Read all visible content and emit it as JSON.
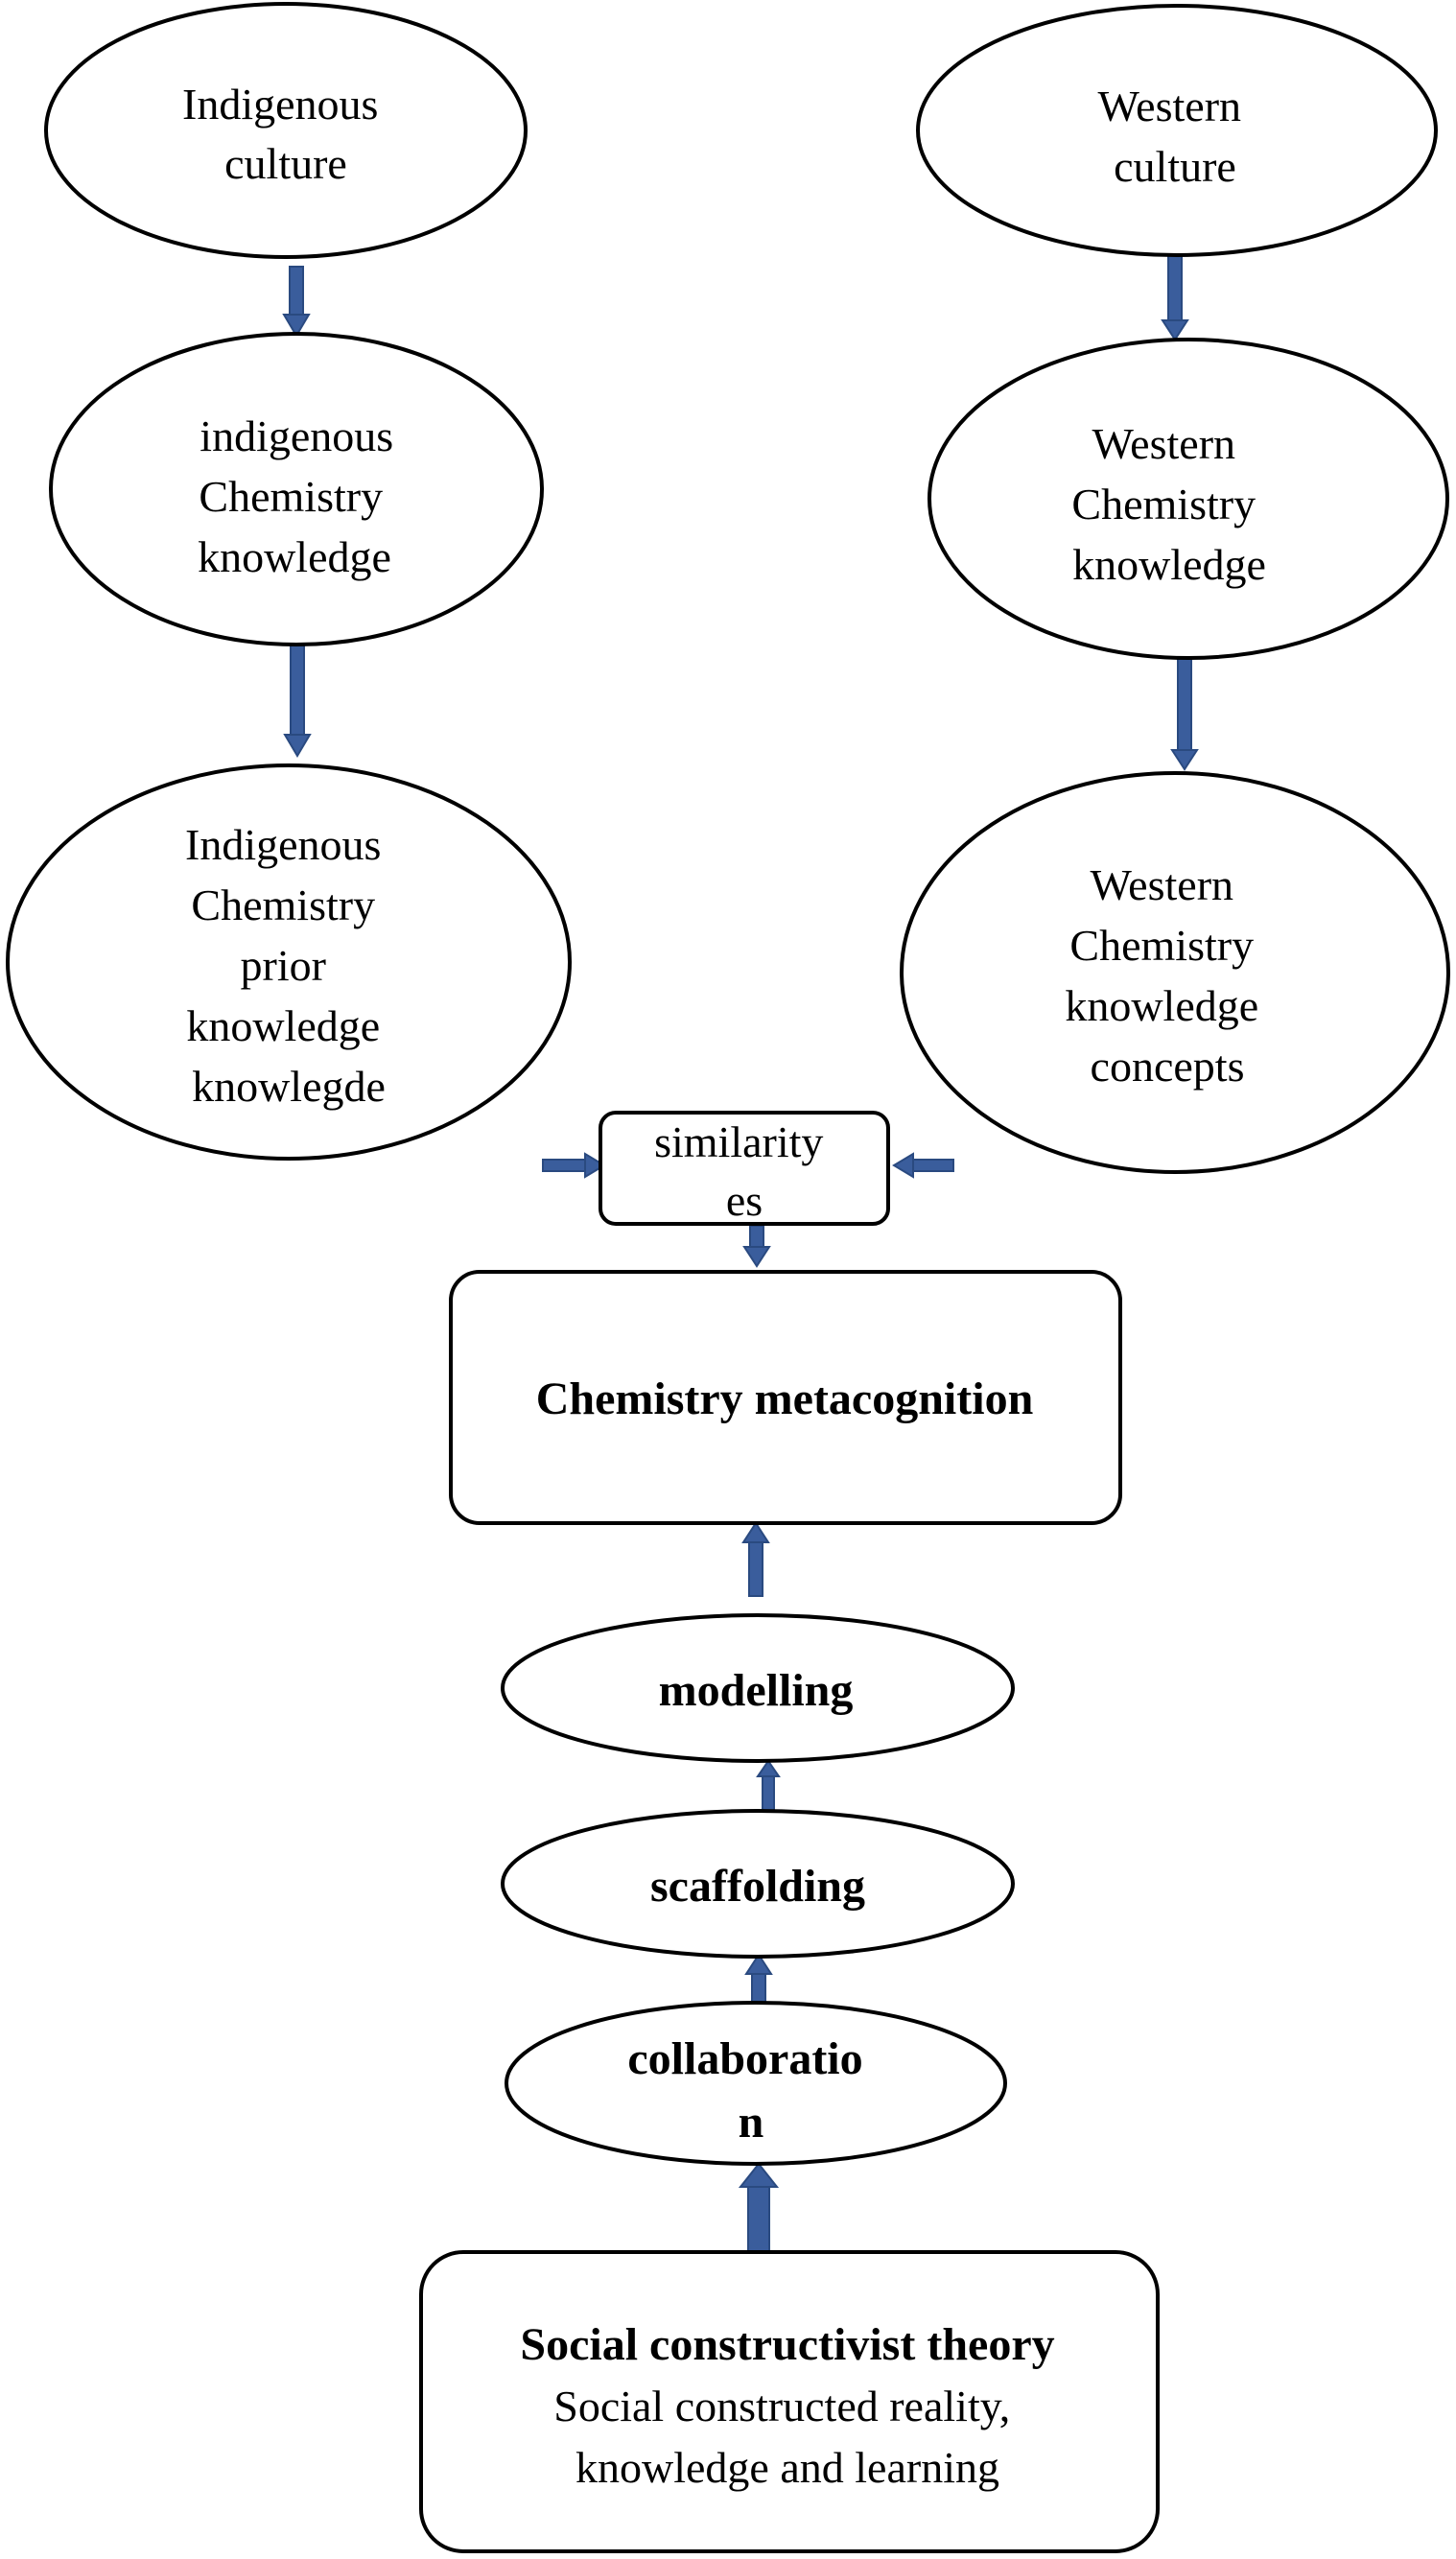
{
  "nodes": {
    "indigenous_culture": {
      "lines": [
        "Indigenous",
        "culture"
      ]
    },
    "indigenous_knowledge": {
      "lines": [
        "indigenous",
        "Chemistry",
        "knowledge"
      ]
    },
    "indigenous_prior": {
      "lines": [
        "Indigenous",
        "Chemistry",
        "prior",
        "knowledge",
        "knowlegde"
      ]
    },
    "western_culture": {
      "lines": [
        "Western",
        "culture"
      ]
    },
    "western_knowledge": {
      "lines": [
        "Western",
        "Chemistry",
        "knowledge"
      ]
    },
    "western_concepts": {
      "lines": [
        "Western",
        "Chemistry",
        "knowledge",
        "concepts"
      ]
    },
    "similarities": {
      "lines": [
        "similarity",
        "es"
      ]
    },
    "metacognition": {
      "lines": [
        "Chemistry metacognition"
      ]
    },
    "modelling": {
      "lines": [
        "modelling"
      ]
    },
    "scaffolding": {
      "lines": [
        "scaffolding"
      ]
    },
    "collaboration": {
      "lines": [
        "collaboratio",
        "n"
      ]
    },
    "theory": {
      "title": "Social constructivist theory",
      "lines": [
        "Social constructed reality,",
        "knowledge and learning"
      ]
    }
  }
}
